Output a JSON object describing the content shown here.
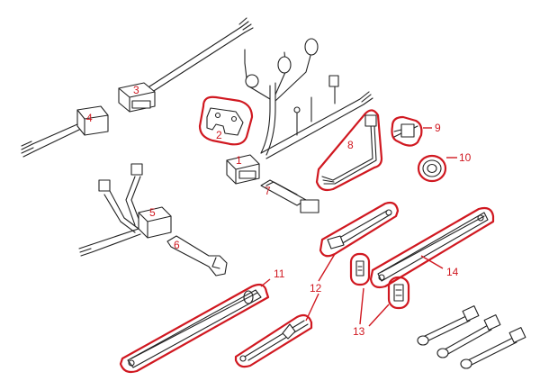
{
  "callouts": {
    "c1": "1",
    "c2": "2",
    "c3": "3",
    "c4": "4",
    "c5": "5",
    "c6": "6",
    "c7": "7",
    "c8": "8",
    "c9": "9",
    "c10": "10",
    "c11": "11",
    "c12": "12",
    "c13": "13",
    "c14": "14"
  },
  "colors": {
    "highlight": "#d01820",
    "line": "#222222",
    "background": "#ffffff"
  }
}
